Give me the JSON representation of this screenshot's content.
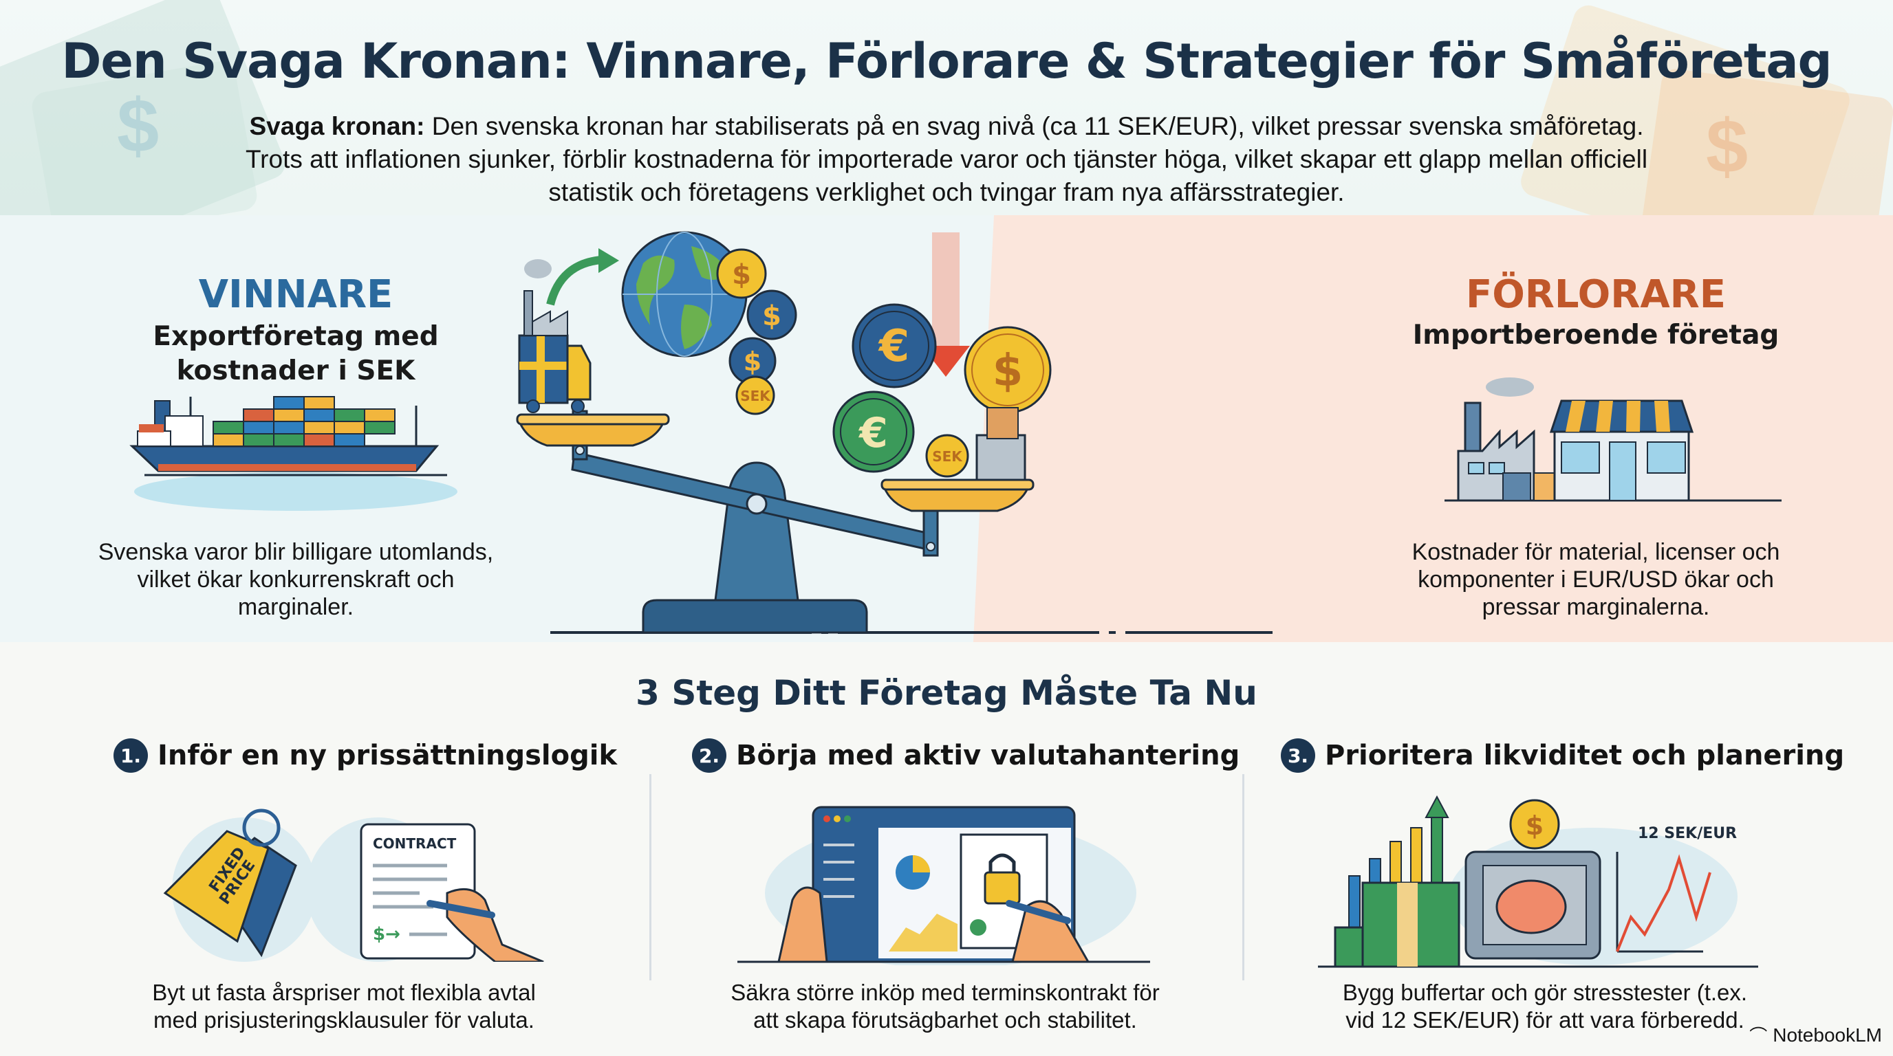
{
  "header": {
    "title": "Den Svaga Kronan: Vinnare, Förlorare & Strategier för Småföretag",
    "intro_lead": "Svaga kronan:",
    "intro_line1": " Den svenska kronan har stabiliserats på en svag nivå (ca 11 SEK/EUR), vilket pressar svenska småföretag.",
    "intro_line2": "Trots att inflationen sjunker, förblir kostnaderna för importerade varor och tjänster höga, vilket skapar ett glapp mellan officiell",
    "intro_line3": "statistik och företagens verklighet och tvingar fram nya affärsstrategier."
  },
  "winners": {
    "title": "VINNARE",
    "subtitle_line1": "Exportföretag med",
    "subtitle_line2": "kostnader i SEK",
    "desc_line1": "Svenska varor blir billigare utomlands,",
    "desc_line2": "vilket ökar konkurrenskraft och",
    "desc_line3": "marginaler.",
    "color": "#2b6a9e"
  },
  "losers": {
    "title": "FÖRLORARE",
    "subtitle": "Importberoende företag",
    "desc_line1": "Kostnader för material, licenser och",
    "desc_line2": "komponenter i EUR/USD ökar och",
    "desc_line3": "pressar marginalerna.",
    "color": "#c0572a"
  },
  "scale": {
    "left_coins": [
      "$",
      "$",
      "$",
      "SEK"
    ],
    "right_coins": [
      "€",
      "$",
      "€",
      "SEK"
    ]
  },
  "steps": {
    "title": "3 Steg Ditt Företag Måste Ta Nu",
    "items": [
      {
        "number": "1.",
        "label": "Inför en ny prissättningslogik",
        "desc_line1": "Byt ut fasta årspriser mot flexibla avtal",
        "desc_line2": "med prisjusteringsklausuler för valuta.",
        "tag_text_1": "FIXED",
        "tag_text_2": "PRICE",
        "contract_label": "CONTRACT"
      },
      {
        "number": "2.",
        "label": "Börja med aktiv valutahantering",
        "desc_line1": "Säkra större inköp med terminskontrakt för",
        "desc_line2": "att skapa förutsägbarhet och stabilitet."
      },
      {
        "number": "3.",
        "label": "Prioritera likviditet och planering",
        "desc_line1": "Bygg buffertar och gör stresstester (t.ex.",
        "desc_line2": "vid 12 SEK/EUR) för att vara förberedd.",
        "chart_label": "12 SEK/EUR"
      }
    ]
  },
  "brand": {
    "label": "NotebookLM"
  }
}
